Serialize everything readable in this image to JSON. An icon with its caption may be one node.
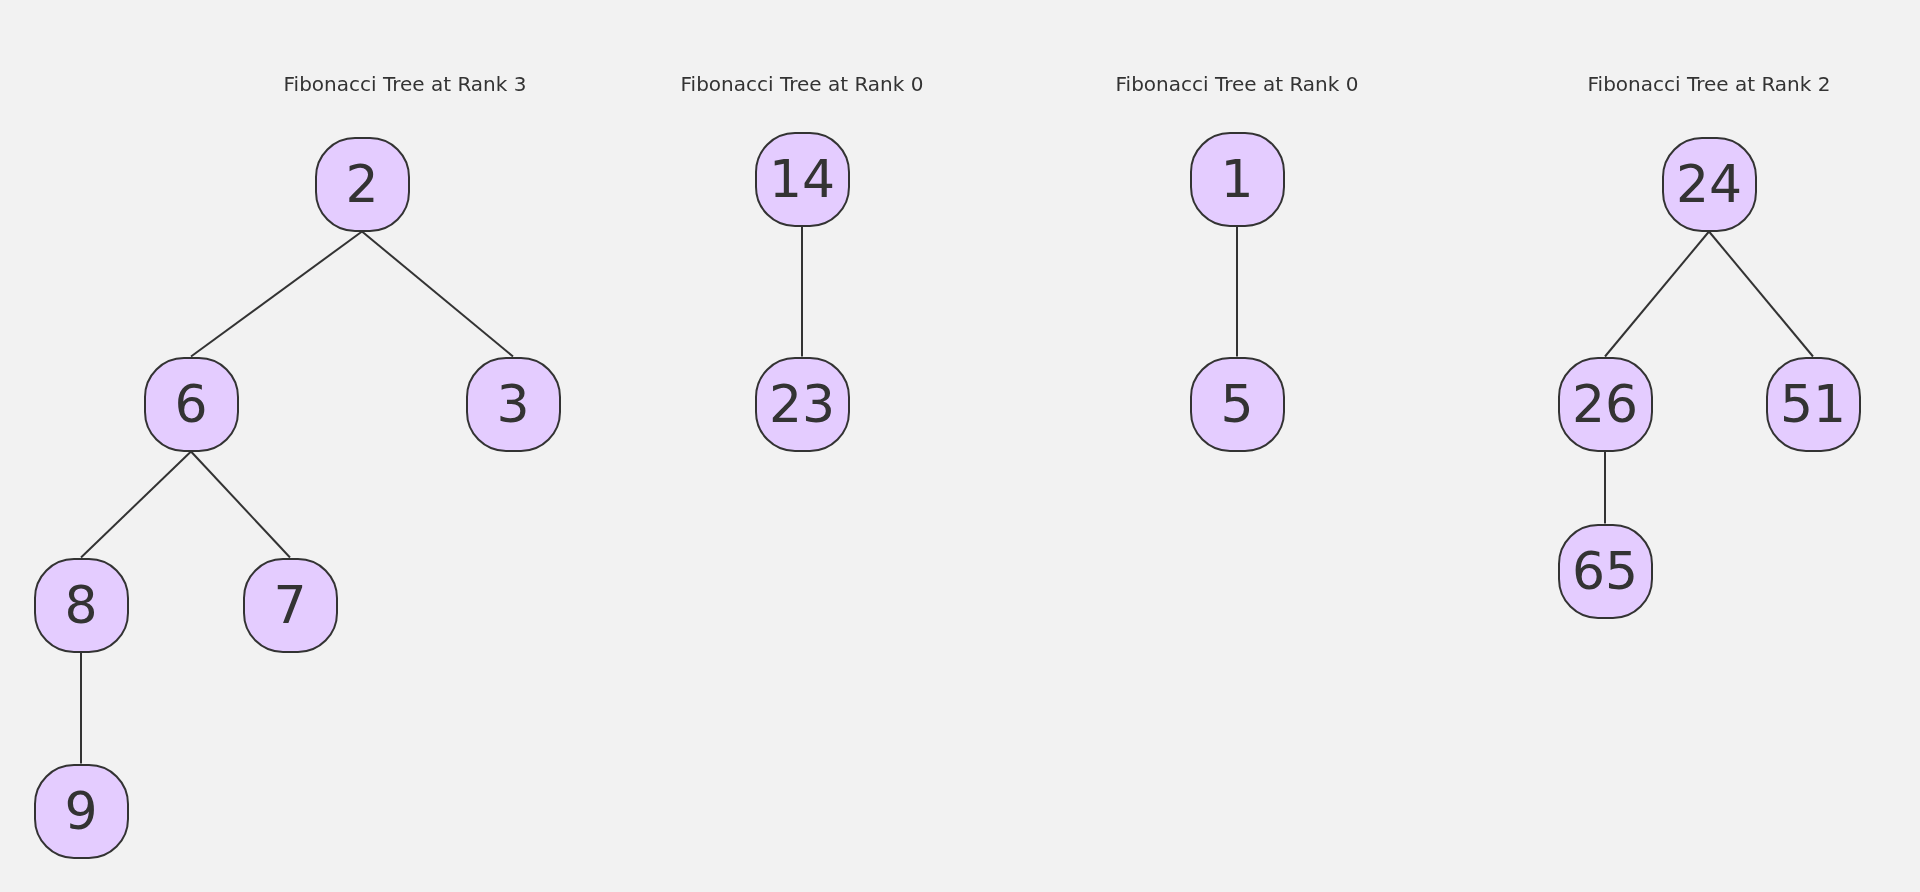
{
  "diagram": {
    "nodes": [
      {
        "text": [
          "2"
        ]
      },
      {
        "text": [
          "6"
        ]
      },
      {
        "text": [
          "3"
        ]
      },
      {
        "text": [
          "8"
        ]
      },
      {
        "text": [
          "7"
        ]
      },
      {
        "text": [
          "9"
        ]
      },
      {
        "text": [
          "14"
        ]
      },
      {
        "text": [
          "23"
        ]
      },
      {
        "text": [
          "1"
        ]
      },
      {
        "text": [
          "5"
        ]
      },
      {
        "text": [
          "24"
        ]
      },
      {
        "text": [
          "26"
        ]
      },
      {
        "text": [
          "51"
        ]
      },
      {
        "text": [
          "65"
        ]
      }
    ],
    "edges": [
      {
        "from": 0,
        "to": 1,
        "arrow": "none"
      },
      {
        "from": 0,
        "to": 2,
        "arrow": "none"
      },
      {
        "from": 1,
        "to": 3,
        "arrow": "none"
      },
      {
        "from": 1,
        "to": 4,
        "arrow": "none"
      },
      {
        "from": 3,
        "to": 5,
        "arrow": "none"
      },
      {
        "from": 6,
        "to": 7,
        "arrow": "none"
      },
      {
        "from": 8,
        "to": 9,
        "arrow": "none"
      },
      {
        "from": 10,
        "to": 11,
        "arrow": "none"
      },
      {
        "from": 10,
        "to": 12,
        "arrow": "none"
      },
      {
        "from": 11,
        "to": 13,
        "arrow": "none"
      }
    ],
    "labels": [
      "Fibonacci Tree at Rank 3",
      "Fibonacci Tree at Rank 0",
      "Fibonacci Tree at Rank 0",
      "Fibonacci Tree at Rank 2"
    ]
  }
}
